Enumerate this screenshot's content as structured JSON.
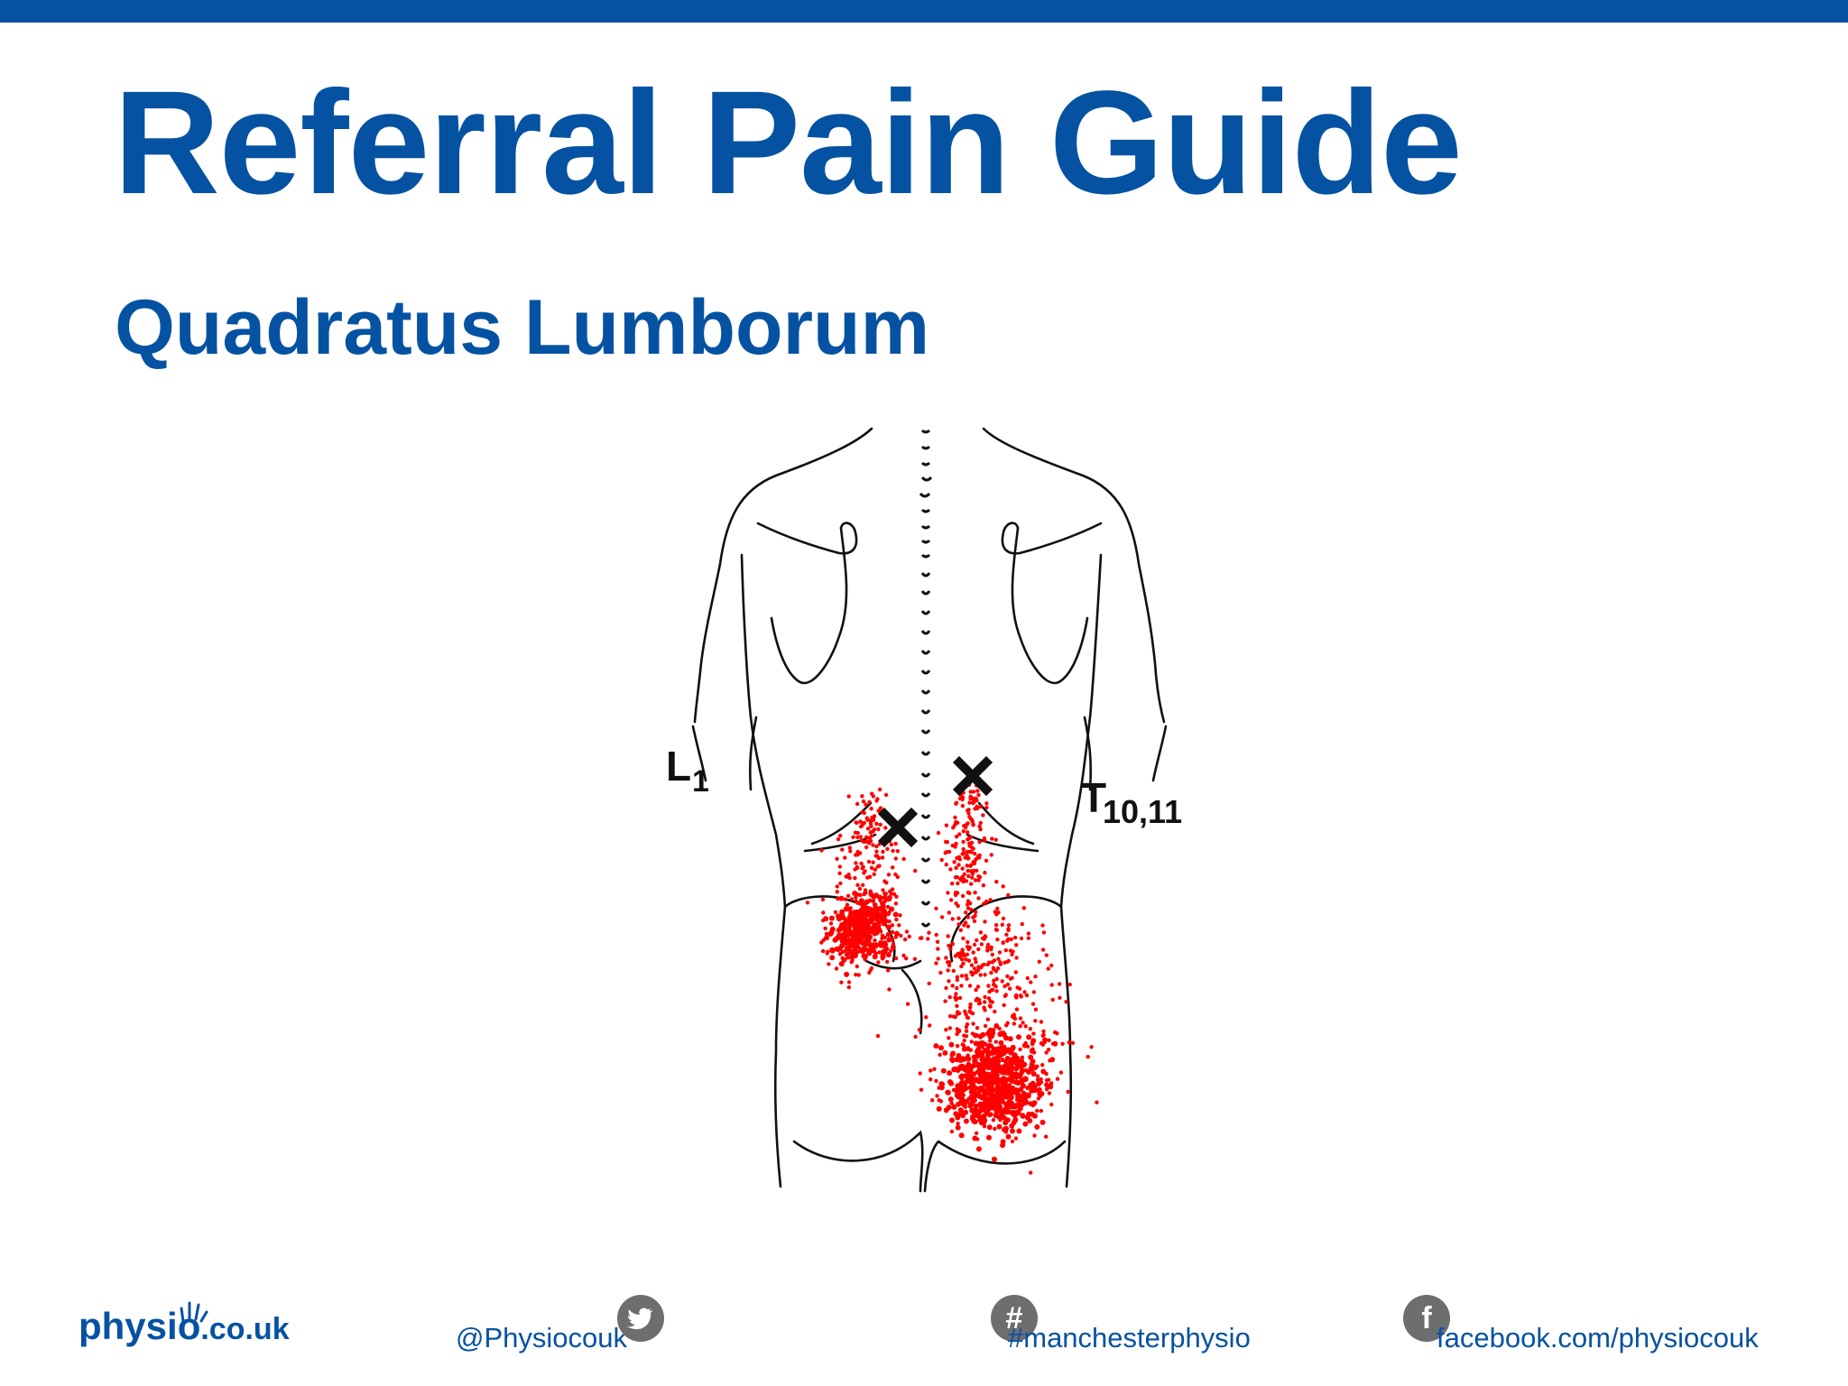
{
  "title": "Referral Pain Guide",
  "subtitle": "Quadratus Lumborum",
  "diagram": {
    "label_left_main": "L",
    "label_left_sub": "1",
    "label_right_main": "T",
    "label_right_sub": "10,11",
    "pain_color": "#ff0000",
    "trigger_marker": "x-mark-icon"
  },
  "footer": {
    "logo_main": "physio",
    "logo_suffix": ".co.uk",
    "twitter_handle": "@Physiocouk",
    "hashtag": "#manchesterphysio",
    "facebook": "facebook.com/physiocouk",
    "twitter_icon": "twitter-icon",
    "hashtag_icon": "hashtag-icon",
    "facebook_icon": "facebook-icon",
    "facebook_glyph": "f",
    "hashtag_glyph": "#"
  },
  "colors": {
    "brand": "#0552a2",
    "icon_bg": "#6d6e70"
  }
}
